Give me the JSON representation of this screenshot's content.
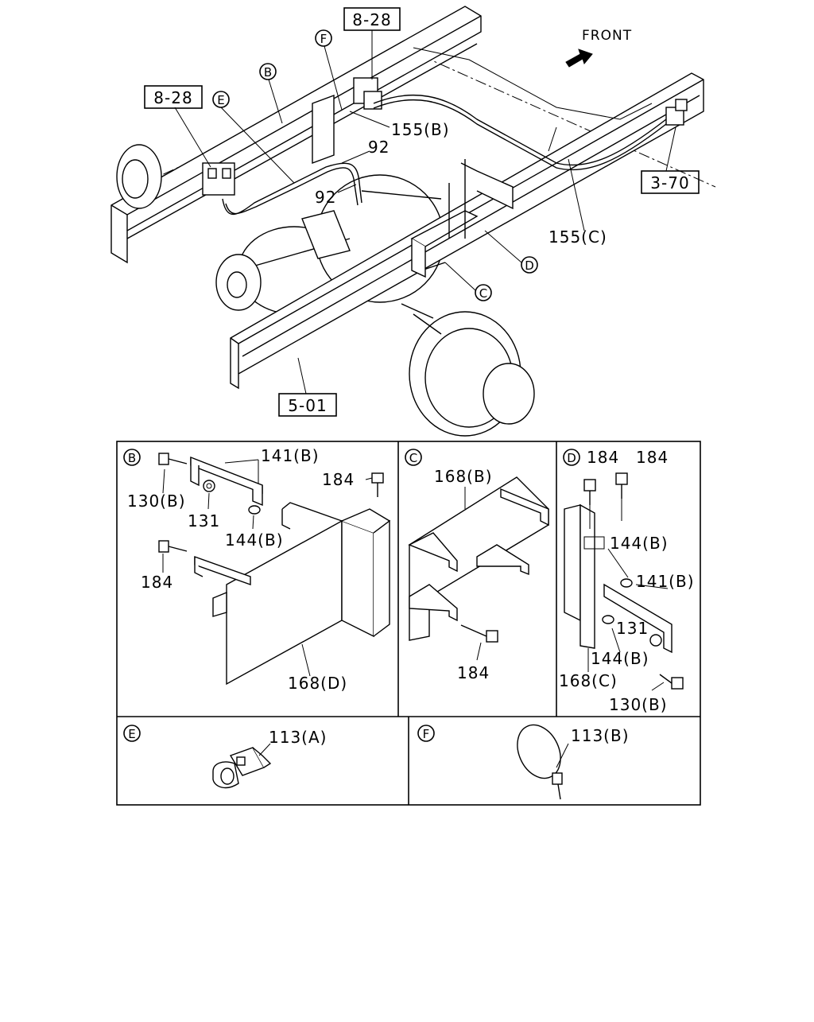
{
  "main": {
    "direction": "FRONT",
    "refs": {
      "r1": "8-28",
      "r2": "8-28",
      "r3": "3-70",
      "r4": "5-01"
    },
    "markers": {
      "b": "B",
      "c": "C",
      "d": "D",
      "e": "E",
      "f": "F"
    },
    "labels": {
      "p155b": "155(B)",
      "p155c": "155(C)",
      "p92a": "92",
      "p92b": "92"
    }
  },
  "panels": {
    "b": {
      "marker": "B",
      "labels": {
        "l141b": "141(B)",
        "l184a": "184",
        "l130b": "130(B)",
        "l131": "131",
        "l144b": "144(B)",
        "l184b": "184",
        "l168d": "168(D)"
      }
    },
    "c": {
      "marker": "C",
      "labels": {
        "l168b": "168(B)",
        "l184": "184"
      }
    },
    "d": {
      "marker": "D",
      "labels": {
        "l184a": "184",
        "l184b": "184",
        "l144b1": "144(B)",
        "l141b": "141(B)",
        "l131": "131",
        "l144b2": "144(B)",
        "l168c": "168(C)",
        "l130b": "130(B)"
      }
    },
    "e": {
      "marker": "E",
      "labels": {
        "l113a": "113(A)"
      }
    },
    "f": {
      "marker": "F",
      "labels": {
        "l113b": "113(B)"
      }
    }
  }
}
